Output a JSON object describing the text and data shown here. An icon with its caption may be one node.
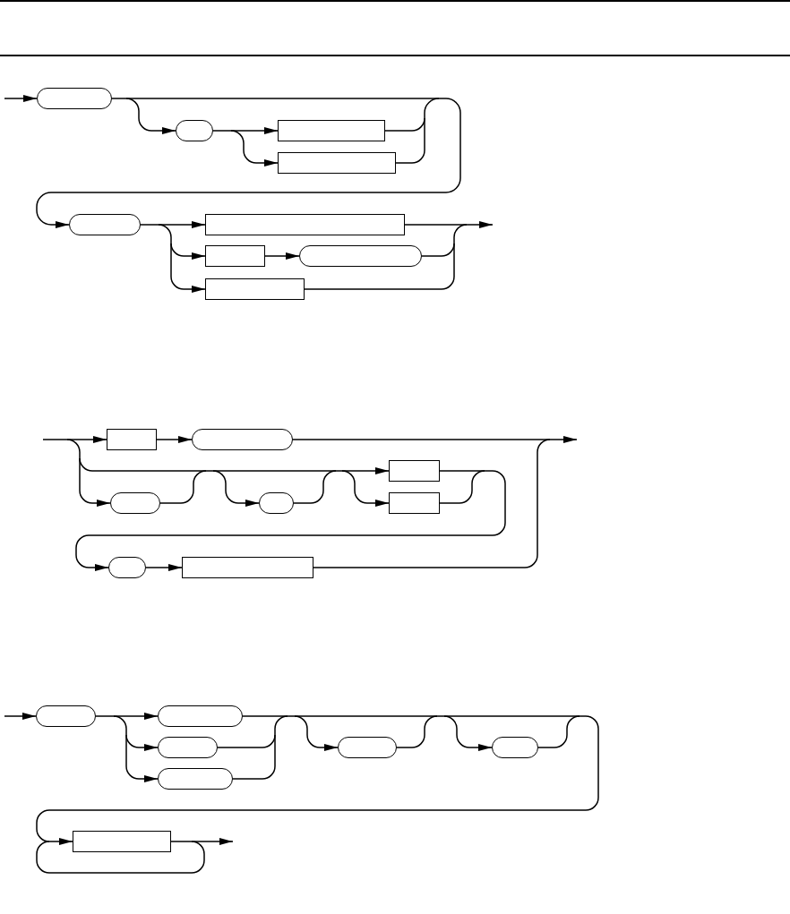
{
  "diagram": {
    "nodes": [
      {
        "text": [],
        "shape": "pill"
      },
      {
        "text": [],
        "shape": "pill"
      },
      {
        "text": [],
        "shape": "box"
      },
      {
        "text": [],
        "shape": "box"
      },
      {
        "text": [],
        "shape": "pill"
      },
      {
        "text": [],
        "shape": "box"
      },
      {
        "text": [],
        "shape": "box"
      },
      {
        "text": [],
        "shape": "pill"
      },
      {
        "text": [],
        "shape": "box"
      },
      {
        "text": [],
        "shape": "box"
      },
      {
        "text": [],
        "shape": "pill"
      },
      {
        "text": [],
        "shape": "box"
      },
      {
        "text": [],
        "shape": "pill"
      },
      {
        "text": [],
        "shape": "pill"
      },
      {
        "text": [],
        "shape": "box"
      },
      {
        "text": [],
        "shape": "pill"
      },
      {
        "text": [],
        "shape": "box"
      },
      {
        "text": [],
        "shape": "pill"
      },
      {
        "text": [],
        "shape": "pill"
      },
      {
        "text": [],
        "shape": "pill"
      },
      {
        "text": [],
        "shape": "pill"
      },
      {
        "text": [],
        "shape": "pill"
      },
      {
        "text": [],
        "shape": "pill"
      },
      {
        "text": [],
        "shape": "box"
      }
    ],
    "edges": [
      {
        "from": null,
        "to": 0,
        "arrow": "to"
      },
      {
        "from": 0,
        "to": 1,
        "arrow": "to"
      },
      {
        "from": 0,
        "to": 4,
        "arrow": "to"
      },
      {
        "from": 1,
        "to": 2,
        "arrow": "to"
      },
      {
        "from": 1,
        "to": 3,
        "arrow": "to"
      },
      {
        "from": 2,
        "to": 4,
        "arrow": "to"
      },
      {
        "from": 3,
        "to": 4,
        "arrow": "to"
      },
      {
        "from": 4,
        "to": 5,
        "arrow": "to"
      },
      {
        "from": 4,
        "to": 6,
        "arrow": "to"
      },
      {
        "from": 4,
        "to": 8,
        "arrow": "to"
      },
      {
        "from": 6,
        "to": 7,
        "arrow": "to"
      },
      {
        "from": 5,
        "to": null,
        "arrow": "to"
      },
      {
        "from": 7,
        "to": null,
        "arrow": "to"
      },
      {
        "from": 8,
        "to": null,
        "arrow": "to"
      },
      {
        "from": null,
        "to": 9,
        "arrow": "to"
      },
      {
        "from": null,
        "to": 11,
        "arrow": "to"
      },
      {
        "from": null,
        "to": 12,
        "arrow": "to"
      },
      {
        "from": 9,
        "to": 10,
        "arrow": "to"
      },
      {
        "from": 10,
        "to": null,
        "arrow": "to"
      },
      {
        "from": 12,
        "to": 13,
        "arrow": "to"
      },
      {
        "from": 12,
        "to": 11,
        "arrow": "to"
      },
      {
        "from": 12,
        "to": 14,
        "arrow": "to"
      },
      {
        "from": 13,
        "to": 11,
        "arrow": "to"
      },
      {
        "from": 13,
        "to": 14,
        "arrow": "to"
      },
      {
        "from": 11,
        "to": 15,
        "arrow": "to"
      },
      {
        "from": 14,
        "to": 15,
        "arrow": "to"
      },
      {
        "from": 15,
        "to": 16,
        "arrow": "to"
      },
      {
        "from": 16,
        "to": null,
        "arrow": "to"
      },
      {
        "from": null,
        "to": 17,
        "arrow": "to"
      },
      {
        "from": 17,
        "to": 18,
        "arrow": "to"
      },
      {
        "from": 17,
        "to": 19,
        "arrow": "to"
      },
      {
        "from": 17,
        "to": 20,
        "arrow": "to"
      },
      {
        "from": 18,
        "to": 21,
        "arrow": "to"
      },
      {
        "from": 18,
        "to": 22,
        "arrow": "to"
      },
      {
        "from": 18,
        "to": 23,
        "arrow": "to"
      },
      {
        "from": 19,
        "to": 21,
        "arrow": "to"
      },
      {
        "from": 19,
        "to": 22,
        "arrow": "to"
      },
      {
        "from": 19,
        "to": 23,
        "arrow": "to"
      },
      {
        "from": 20,
        "to": 21,
        "arrow": "to"
      },
      {
        "from": 20,
        "to": 22,
        "arrow": "to"
      },
      {
        "from": 20,
        "to": 23,
        "arrow": "to"
      },
      {
        "from": 21,
        "to": 22,
        "arrow": "to"
      },
      {
        "from": 21,
        "to": 23,
        "arrow": "to"
      },
      {
        "from": 22,
        "to": 23,
        "arrow": "to"
      },
      {
        "from": 23,
        "to": null,
        "arrow": "to"
      },
      {
        "from": 23,
        "to": 23,
        "arrow": "to"
      }
    ]
  }
}
